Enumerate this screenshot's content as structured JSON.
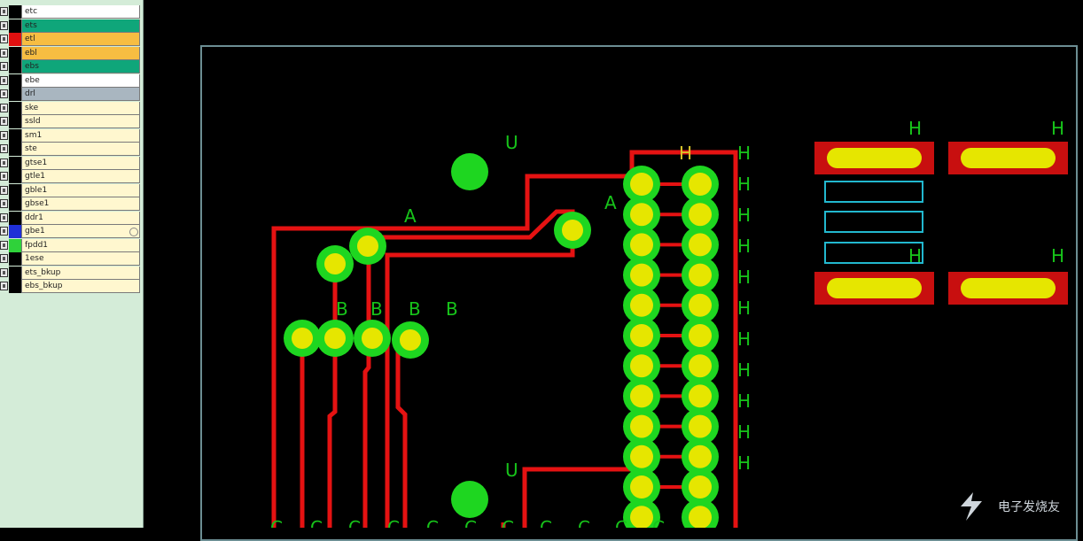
{
  "layers": [
    {
      "name": "etc",
      "fill": "#ffffff",
      "swatch": "#000000"
    },
    {
      "name": "ets",
      "fill": "#0fa67a",
      "swatch": "#000000"
    },
    {
      "name": "etl",
      "fill": "#f7bd42",
      "swatch": "#e01010"
    },
    {
      "name": "ebl",
      "fill": "#f7bd42",
      "swatch": "#000000"
    },
    {
      "name": "ebs",
      "fill": "#0fa67a",
      "swatch": "#000000"
    },
    {
      "name": "ebe",
      "fill": "#ffffff",
      "swatch": "#000000"
    },
    {
      "name": "drl",
      "fill": "#a9b6c0",
      "swatch": "#000000"
    },
    {
      "name": "ske",
      "fill": "#fff7cf",
      "swatch": "#000000"
    },
    {
      "name": "ssld",
      "fill": "#fff7cf",
      "swatch": "#000000"
    },
    {
      "name": "sm1",
      "fill": "#fff7cf",
      "swatch": "#000000"
    },
    {
      "name": "ste",
      "fill": "#fff7cf",
      "swatch": "#000000"
    },
    {
      "name": "gtse1",
      "fill": "#fff7cf",
      "swatch": "#000000"
    },
    {
      "name": "gtle1",
      "fill": "#fff7cf",
      "swatch": "#000000"
    },
    {
      "name": "gble1",
      "fill": "#fff7cf",
      "swatch": "#000000"
    },
    {
      "name": "gbse1",
      "fill": "#fff7cf",
      "swatch": "#000000"
    },
    {
      "name": "ddr1",
      "fill": "#fff7cf",
      "swatch": "#000000"
    },
    {
      "name": "gbe1",
      "fill": "#fff7cf",
      "swatch": "#1f2fd8",
      "extra": true
    },
    {
      "name": "fpdd1",
      "fill": "#fff7cf",
      "swatch": "#2fd23a"
    },
    {
      "name": "1ese",
      "fill": "#fff7cf",
      "swatch": "#000000"
    },
    {
      "name": "ets_bkup",
      "fill": "#fff7cf",
      "swatch": "#000000"
    },
    {
      "name": "ebs_bkup",
      "fill": "#fff7cf",
      "swatch": "#000000"
    }
  ],
  "colors": {
    "trace": "#e51212",
    "pad_outer": "#1ed620",
    "pad_inner": "#e6e600",
    "silk": "#17c41a",
    "smd_pad": "#c80f0f",
    "outline": "#22b8cf",
    "board_edge": "#6c8e93"
  },
  "silk_labels": {
    "mount_hole": "U",
    "pad_a": "A",
    "pad_b": "B",
    "header_pin": "H",
    "bottom_row": "C"
  },
  "watermark": "电子发烧友"
}
